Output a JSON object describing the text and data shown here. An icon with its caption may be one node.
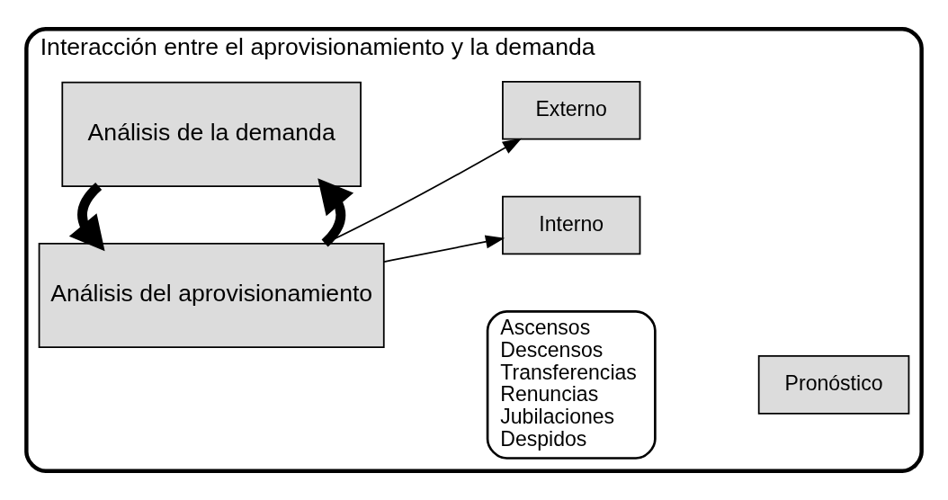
{
  "diagram": {
    "nodes": [
      {
        "text": [
          "Interacción entre el aprovisionamiento y la demanda"
        ]
      },
      {
        "text": [
          "Análisis de la demanda"
        ],
        "in": 0
      },
      {
        "text": [
          "Análisis del aprovisionamiento"
        ],
        "in": 0
      },
      {
        "text": [
          "Interno"
        ],
        "in": 0
      },
      {
        "text": [
          "Externo"
        ],
        "in": 0
      },
      {
        "text": [
          "Ascensos",
          "Descensos",
          "Transferencias",
          "Renuncias",
          "Jubilaciones",
          "Despidos"
        ],
        "in": 0
      },
      {
        "text": [
          "Pronóstico"
        ],
        "in": 0
      }
    ],
    "edges": [
      {
        "from": 2,
        "to": 1,
        "arrow": "to",
        "style": "thick"
      },
      {
        "from": 1,
        "to": 2,
        "arrow": "to",
        "style": "thick"
      },
      {
        "from": 2,
        "to": 3,
        "arrow": "to"
      },
      {
        "from": 2,
        "to": 4,
        "arrow": "to"
      }
    ]
  }
}
